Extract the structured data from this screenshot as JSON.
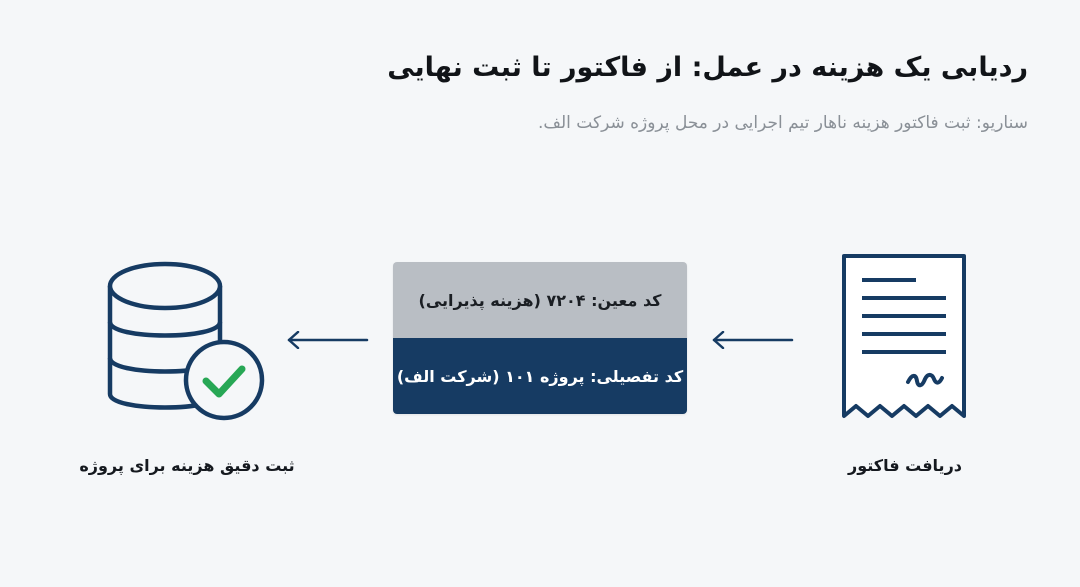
{
  "header": {
    "title": "ردیابی یک هزینه در عمل: از فاکتور تا ثبت نهایی",
    "subtitle": "سناریو: ثبت فاکتور هزینه ناهار تیم اجرایی در محل پروژه شرکت الف."
  },
  "steps": {
    "receive_invoice": {
      "icon": "invoice-receipt-icon",
      "label": "دریافت فاکتور"
    },
    "coding": {
      "main_code": "کد معین: ۷۲۰۴ (هزینه پذیرایی)",
      "detail_code": "کد تفصیلی: پروژه ۱۰۱ (شرکت الف)"
    },
    "record": {
      "icon": "database-check-icon",
      "label": "ثبت دقیق هزینه برای پروژه"
    }
  },
  "colors": {
    "primary": "#163b63",
    "muted_panel": "#b9bec4",
    "success": "#27a755",
    "background": "#f5f7f9"
  }
}
